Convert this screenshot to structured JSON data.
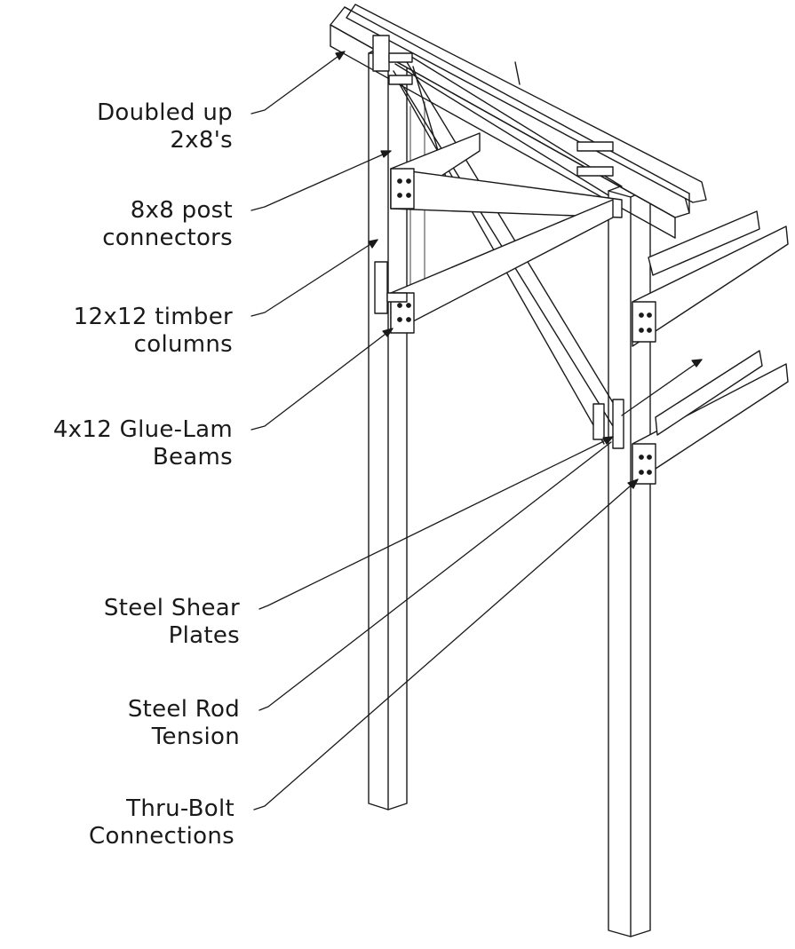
{
  "labels": [
    {
      "id": "doubled-2x8",
      "line1": "Doubled up",
      "line2": "2x8's"
    },
    {
      "id": "post-connectors",
      "line1": "8x8 post",
      "line2": "connectors"
    },
    {
      "id": "timber-columns",
      "line1": "12x12 timber",
      "line2": "columns"
    },
    {
      "id": "glue-lam-beams",
      "line1": "4x12 Glue-Lam",
      "line2": "Beams"
    },
    {
      "id": "shear-plates",
      "line1": "Steel Shear",
      "line2": "Plates"
    },
    {
      "id": "rod-tension",
      "line1": "Steel Rod",
      "line2": "Tension"
    },
    {
      "id": "thru-bolt",
      "line1": "Thru-Bolt",
      "line2": "Connections"
    }
  ],
  "colors": {
    "ink": "#1a1a1a",
    "background": "#ffffff"
  }
}
